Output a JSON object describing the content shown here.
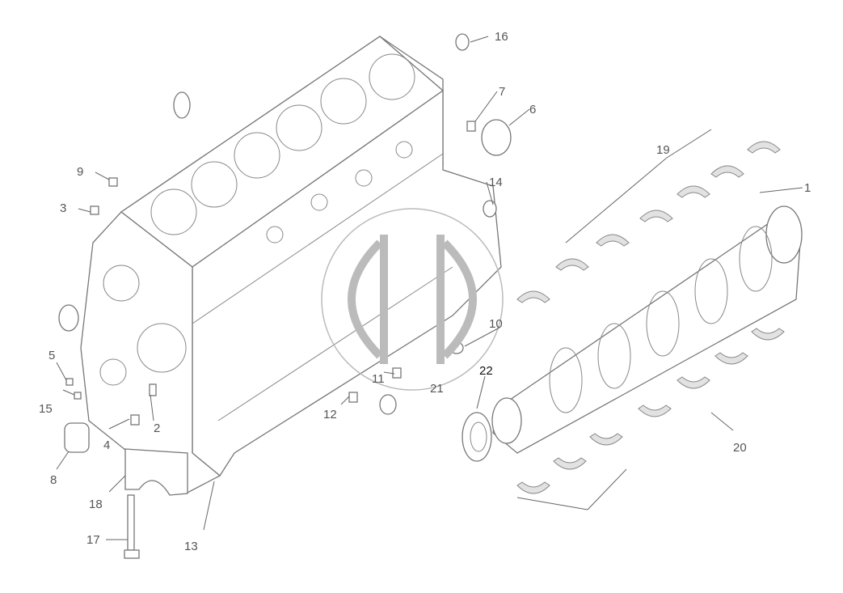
{
  "diagram": {
    "callouts": [
      "1",
      "2",
      "3",
      "4",
      "5",
      "6",
      "7",
      "8",
      "9",
      "10",
      "11",
      "12",
      "13",
      "14",
      "15",
      "16",
      "17",
      "18",
      "19",
      "20",
      "21",
      "22"
    ]
  },
  "colors": {
    "line": "#666666",
    "label": "#555555",
    "watermark": "#bbbbbb"
  }
}
